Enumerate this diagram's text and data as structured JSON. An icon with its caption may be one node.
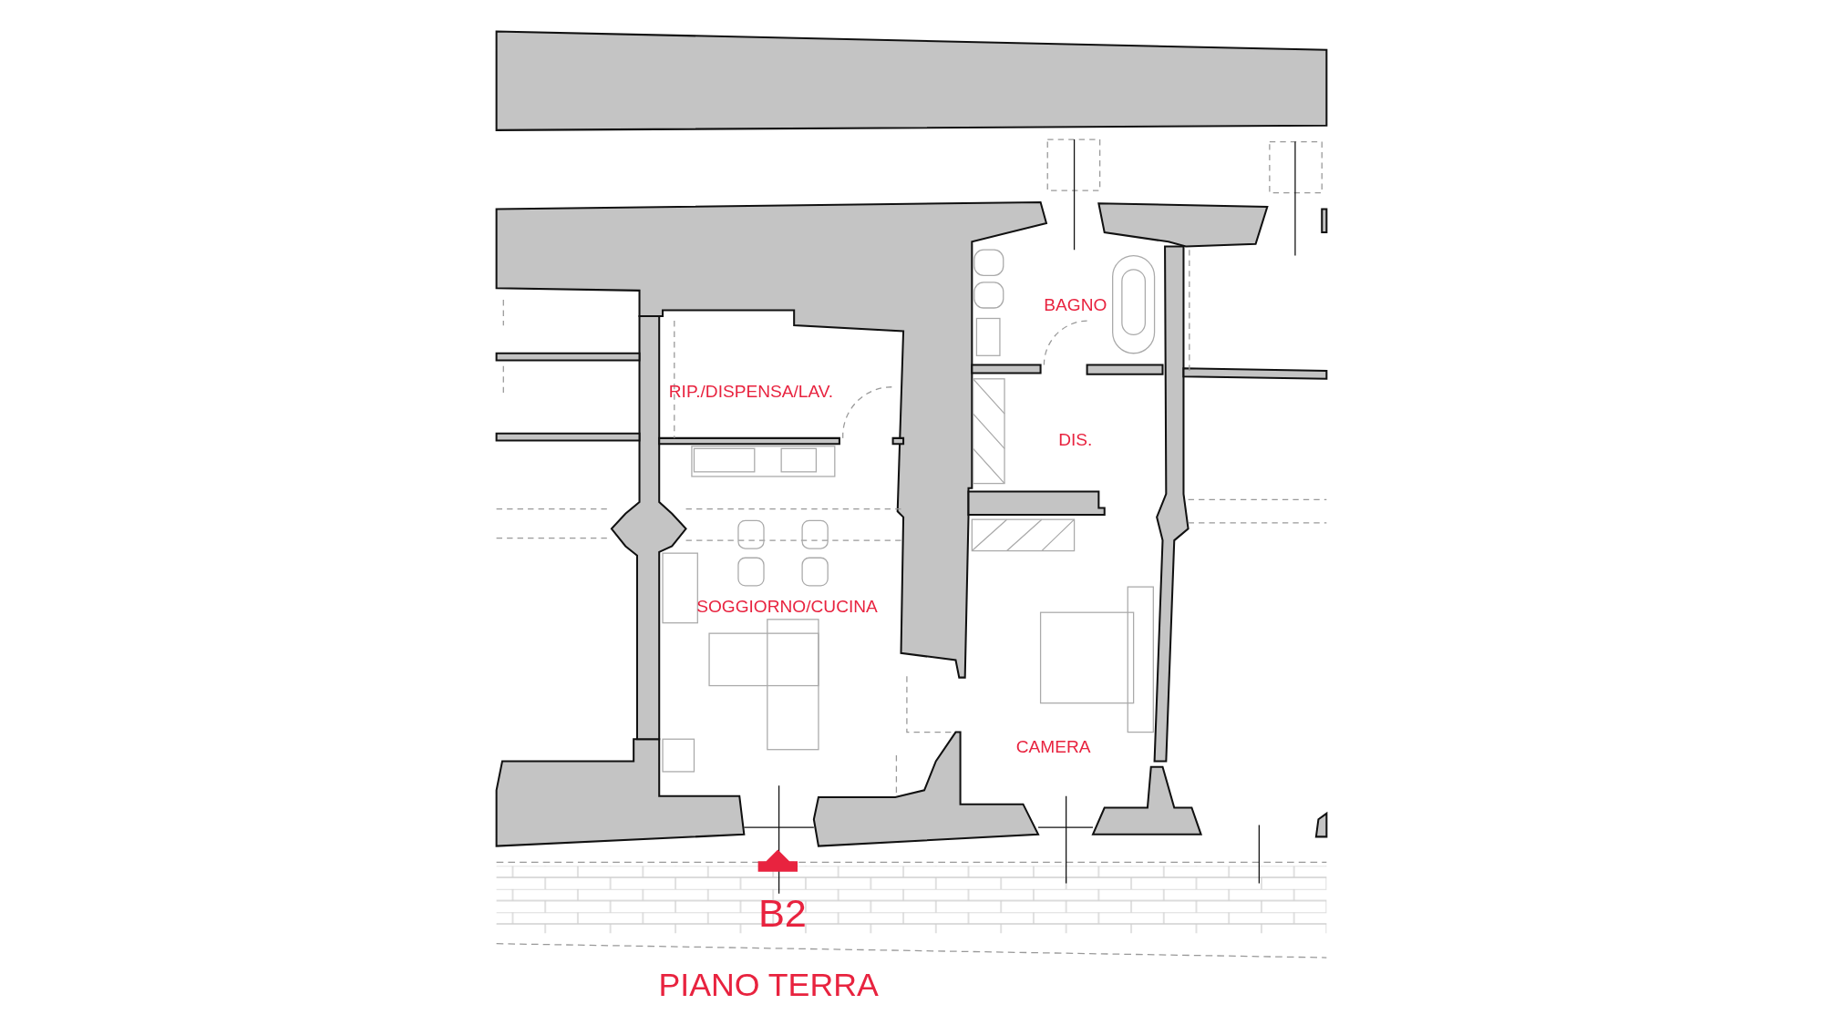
{
  "diagram": {
    "title": "PIANO TERRA",
    "labels": [
      "BAGNO",
      "RIP./DISPENSA/LAV.",
      "DIS.",
      "SOGGIORNO/CUCINA",
      "CAMERA",
      "B2"
    ]
  }
}
